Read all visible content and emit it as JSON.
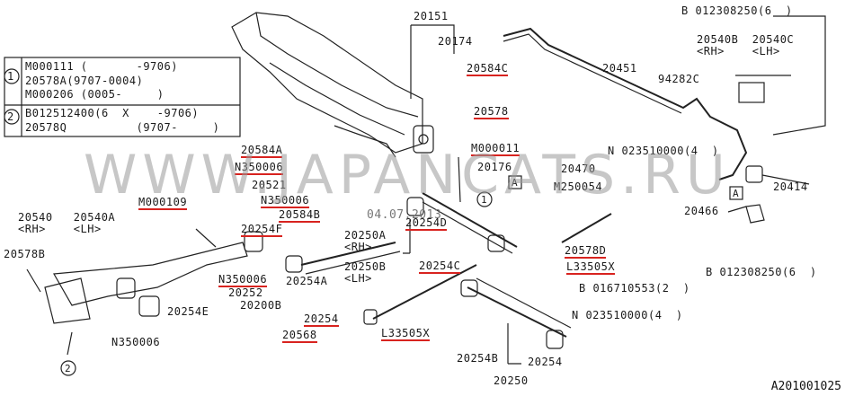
{
  "diagram_code": "A201001025",
  "watermark": "WWW.JAPANCATS.RU",
  "legend": {
    "rows": [
      {
        "num": "1",
        "lines": [
          "M000111 (       -9706)",
          "20578A(9707-0004)",
          "M000206 (0005-     )"
        ]
      },
      {
        "num": "2",
        "lines": [
          "B012512400(6  X    -9706)",
          "20578Q          (9707-     )"
        ]
      }
    ]
  },
  "labels": [
    {
      "text": "20151",
      "red": false
    },
    {
      "text": "20174",
      "red": false
    },
    {
      "text": "20584C",
      "red": true
    },
    {
      "text": "20451",
      "red": false
    },
    {
      "text": "B 012308250(6  )",
      "red": false
    },
    {
      "text": "20540B  20540C\n<RH>    <LH>",
      "red": false
    },
    {
      "text": "94282C",
      "red": false
    },
    {
      "text": "20578",
      "red": true
    },
    {
      "text": "M000011",
      "red": true
    },
    {
      "text": "N 023510000(4  )",
      "red": false
    },
    {
      "text": "20176",
      "red": false
    },
    {
      "text": "20470",
      "red": false
    },
    {
      "text": "M250054",
      "red": false
    },
    {
      "text": "20414",
      "red": false
    },
    {
      "text": "20466",
      "red": false
    },
    {
      "text": "20584A",
      "red": true
    },
    {
      "text": "N350006",
      "red": true
    },
    {
      "text": "20521",
      "red": false
    },
    {
      "text": "N350006",
      "red": true
    },
    {
      "text": "20584B",
      "red": true
    },
    {
      "text": "M000109",
      "red": true
    },
    {
      "text": "20254F",
      "red": true
    },
    {
      "text": "20254D",
      "red": true
    },
    {
      "text": "20250A\n<RH>",
      "red": false
    },
    {
      "text": "20250B\n<LH>",
      "red": false
    },
    {
      "text": "20254C",
      "red": true
    },
    {
      "text": "20578D",
      "red": true
    },
    {
      "text": "L33505X",
      "red": true
    },
    {
      "text": "B 016710553(2  )",
      "red": false
    },
    {
      "text": "B 012308250(6  )",
      "red": false
    },
    {
      "text": "20540   20540A\n<RH>    <LH>",
      "red": false
    },
    {
      "text": "20578B",
      "red": false
    },
    {
      "text": "N350006",
      "red": true
    },
    {
      "text": "20252",
      "red": false
    },
    {
      "text": "20254A",
      "red": false
    },
    {
      "text": "20200B",
      "red": false
    },
    {
      "text": "20254E",
      "red": false
    },
    {
      "text": "20254",
      "red": true
    },
    {
      "text": "20568",
      "red": true
    },
    {
      "text": "L33505X",
      "red": true
    },
    {
      "text": "N 023510000(4  )",
      "red": false
    },
    {
      "text": "N350006",
      "red": false
    },
    {
      "text": "20254B",
      "red": false
    },
    {
      "text": "20254",
      "red": false
    },
    {
      "text": "20250",
      "red": false
    },
    {
      "text": "04.07.2013",
      "red": false
    }
  ],
  "callouts": [
    "1",
    "2",
    "A",
    "A"
  ]
}
